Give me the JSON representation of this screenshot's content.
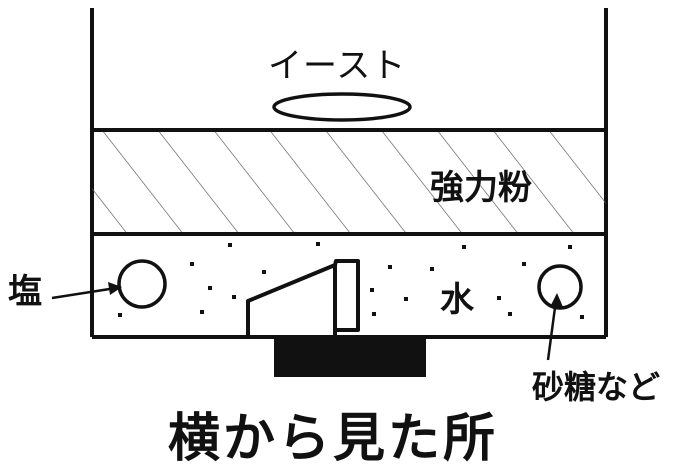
{
  "labels": {
    "yeast": "イースト",
    "flour": "強力粉",
    "water": "水",
    "salt": "塩",
    "sugar": "砂糖など",
    "caption": "横から見た所"
  },
  "colors": {
    "line": "#111111",
    "background": "#ffffff"
  }
}
